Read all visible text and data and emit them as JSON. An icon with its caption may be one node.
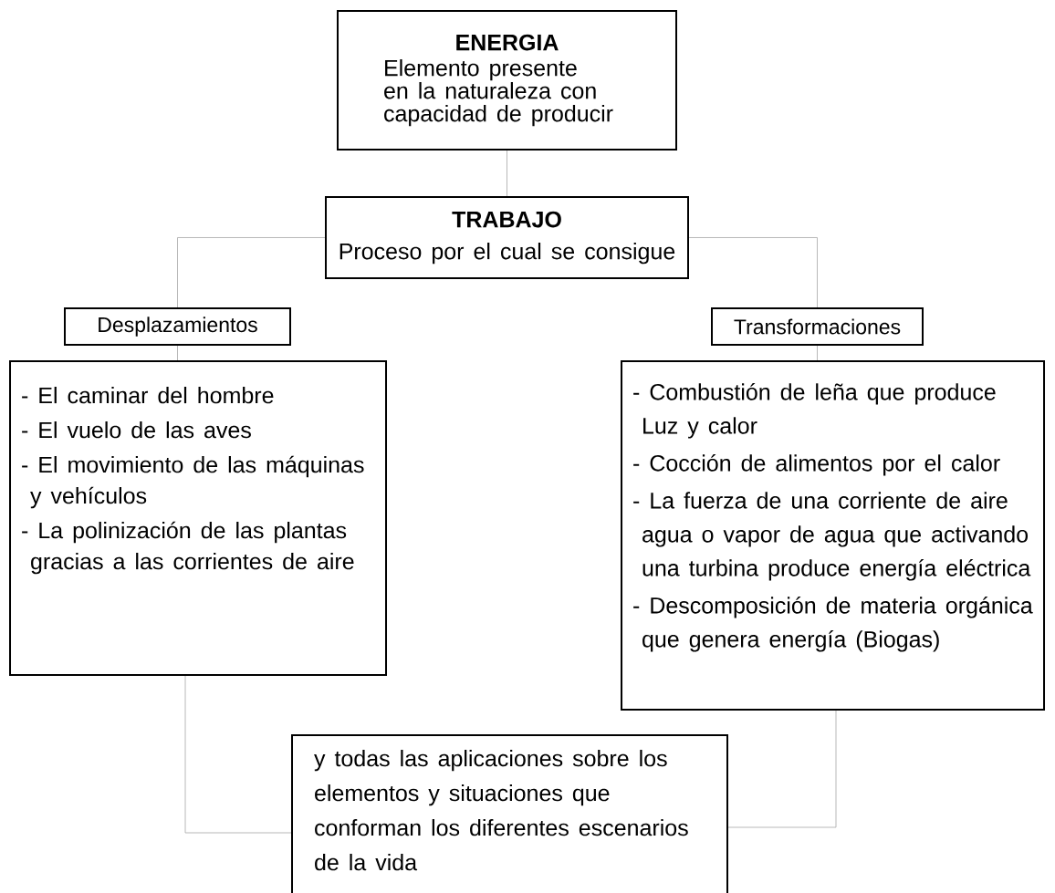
{
  "diagram": {
    "nodes": [
      {
        "text": [
          "ENERGIA",
          "Elemento presente en la naturaleza con capacidad de producir"
        ]
      },
      {
        "text": [
          "TRABAJO",
          "Proceso por el cual se consigue"
        ]
      },
      {
        "text": [
          "Desplazamientos"
        ]
      },
      {
        "text": [
          "Transformaciones"
        ]
      },
      {
        "text": [
          "- El caminar del hombre",
          "- El vuelo de las aves",
          "- El movimiento de las máquinas y vehículos",
          "- La polinización de las plantas gracias a las corrientes de aire"
        ]
      },
      {
        "text": [
          "- Combustión de leña que produce Luz y calor",
          "- Cocción de alimentos por el calor",
          "- La fuerza de una corriente de aire agua o vapor de agua que activando una turbina produce energía eléctrica",
          "- Descomposición de materia orgánica que genera energía (Biogas)"
        ]
      },
      {
        "text": [
          "y todas las aplicaciones sobre los elementos y situaciones que conforman los diferentes escenarios de la vida"
        ]
      }
    ],
    "edges": [
      {
        "from": 0,
        "to": 1,
        "arrow": "none"
      },
      {
        "from": 1,
        "to": 2,
        "arrow": "none"
      },
      {
        "from": 1,
        "to": 3,
        "arrow": "none"
      },
      {
        "from": 2,
        "to": 4,
        "arrow": "none"
      },
      {
        "from": 3,
        "to": 5,
        "arrow": "none"
      },
      {
        "from": 4,
        "to": 6,
        "arrow": "none"
      },
      {
        "from": 5,
        "to": 6,
        "arrow": "none"
      }
    ]
  }
}
